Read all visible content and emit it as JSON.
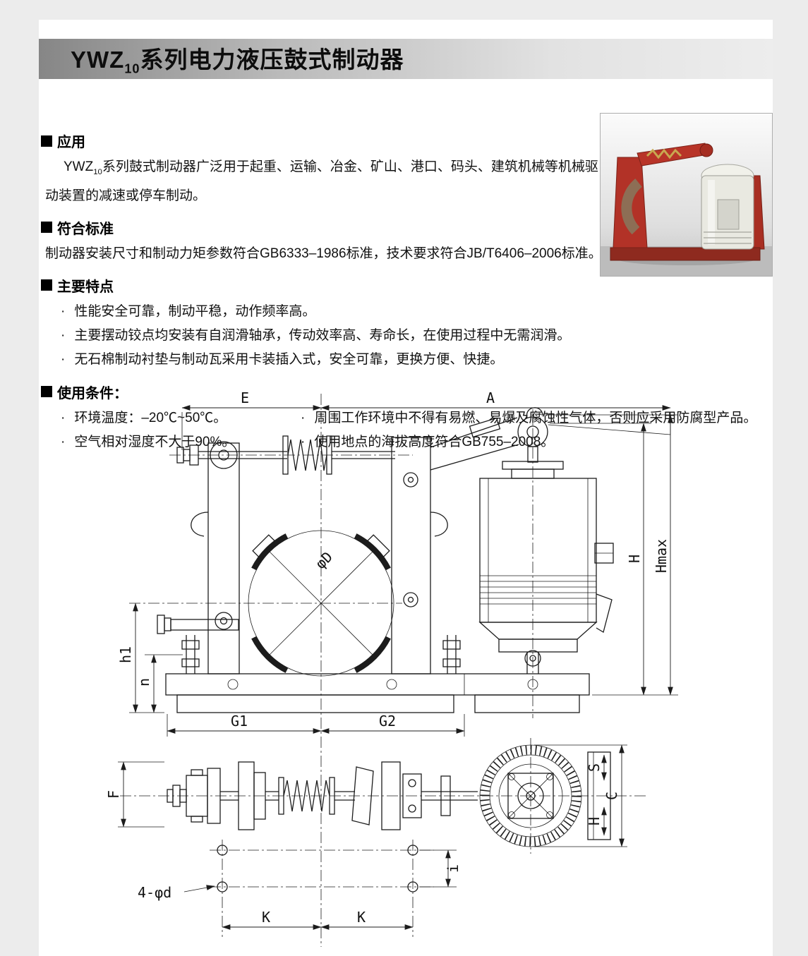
{
  "bullets": {
    "mark": "·"
  },
  "header": {
    "title_prefix": "YWZ",
    "title_sub": "10",
    "title_suffix": "系列电力液压鼓式制动器"
  },
  "application": {
    "heading": "应用",
    "body_prefix": "YWZ",
    "body_sub": "10",
    "body_text": "系列鼓式制动器广泛用于起重、运输、冶金、矿山、港口、码头、建筑机械等机械驱动装置的减速或停车制动。"
  },
  "standards": {
    "heading": "符合标准",
    "body": "制动器安装尺寸和制动力矩参数符合GB6333–1986标准，技术要求符合JB/T6406–2006标准。"
  },
  "features": {
    "heading": "主要特点",
    "items": [
      "性能安全可靠，制动平稳，动作频率高。",
      "主要摆动铰点均安装有自润滑轴承，传动效率高、寿命长，在使用过程中无需润滑。",
      "无石棉制动衬垫与制动瓦采用卡装插入式，安全可靠，更换方便、快捷。"
    ]
  },
  "conditions": {
    "heading": "使用条件：",
    "items_left": [
      "环境温度：–20℃~50℃。",
      "空气相对湿度不大于90%。"
    ],
    "items_right": [
      "周围工作环境中不得有易燃、易爆及腐蚀性气体，否则应采用防腐型产品。",
      "使用地点的海拔高度符合GB755–2008。"
    ]
  },
  "front_view": {
    "dim_E": "E",
    "dim_A": "A",
    "dim_H": "H",
    "dim_Hmax": "Hmax",
    "dim_h1": "h1",
    "dim_n": "n",
    "dim_G1": "G1",
    "dim_G2": "G2",
    "label_phi_D": "φD"
  },
  "top_view": {
    "dim_F": "F",
    "dim_C": "C",
    "dim_S": "S",
    "dim_H": "H",
    "dim_K_left": "K",
    "dim_K_right": "K",
    "dim_i": "i",
    "label_holes": "4-φd"
  }
}
